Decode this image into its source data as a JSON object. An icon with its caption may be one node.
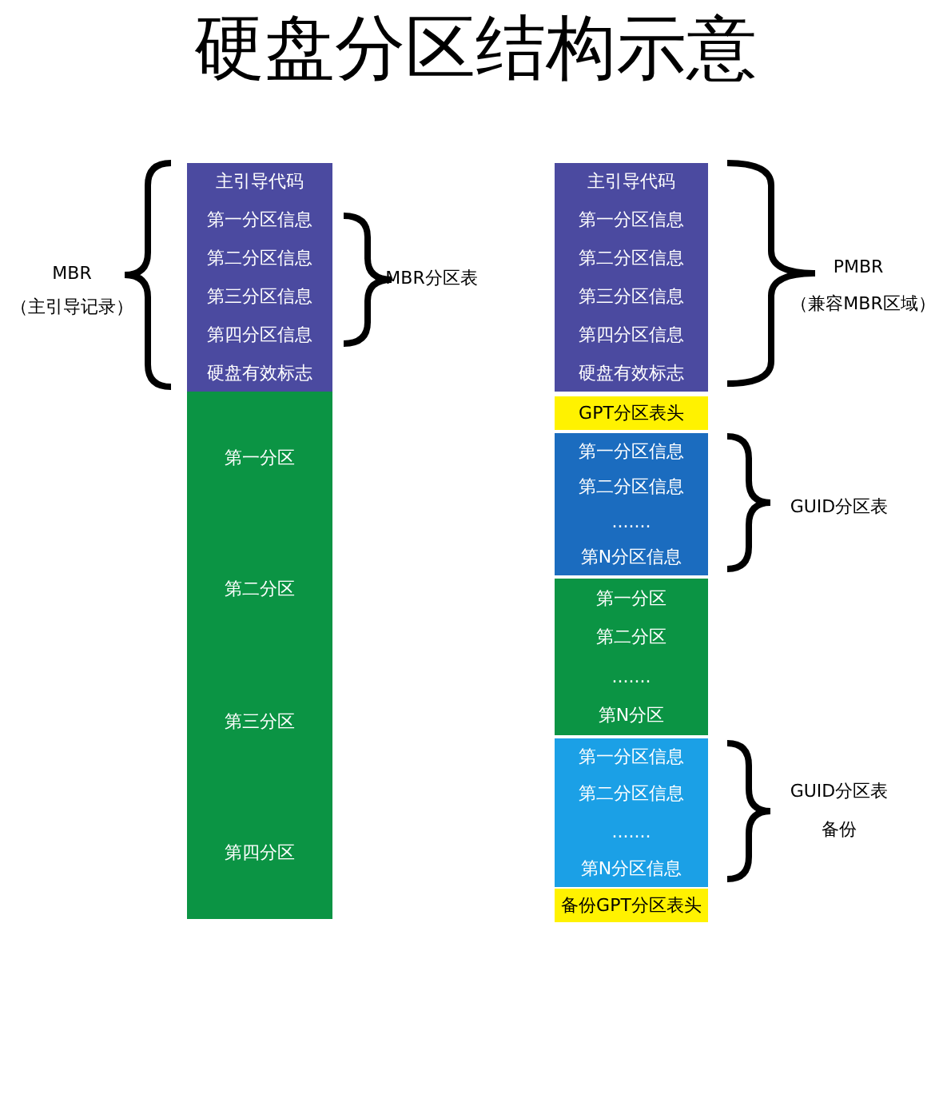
{
  "diagram": {
    "title": "硬盘分区结构示意",
    "nodes": [
      {
        "text": [
          "主引导代码",
          "第一分区信息",
          "第二分区信息",
          "第三分区信息",
          "第四分区信息",
          "硬盘有效标志"
        ]
      },
      {
        "text": [
          "第一分区",
          "第二分区",
          "第三分区",
          "第四分区"
        ]
      },
      {
        "text": [
          "主引导代码",
          "第一分区信息",
          "第二分区信息",
          "第三分区信息",
          "第四分区信息",
          "硬盘有效标志"
        ]
      },
      {
        "text": [
          "GPT分区表头"
        ]
      },
      {
        "text": [
          "第一分区信息",
          "第二分区信息",
          ".......",
          "第N分区信息"
        ]
      },
      {
        "text": [
          "第一分区",
          "第二分区",
          ".......",
          "第N分区"
        ]
      },
      {
        "text": [
          "第一分区信息",
          "第二分区信息",
          ".......",
          "第N分区信息"
        ]
      },
      {
        "text": [
          "备份GPT分区表头"
        ]
      }
    ],
    "labels": [
      "MBR",
      "（主引导记录）",
      "MBR分区表",
      "PMBR",
      "（兼容MBR区域）",
      "GUID分区表",
      "GUID分区表",
      "备份"
    ]
  }
}
